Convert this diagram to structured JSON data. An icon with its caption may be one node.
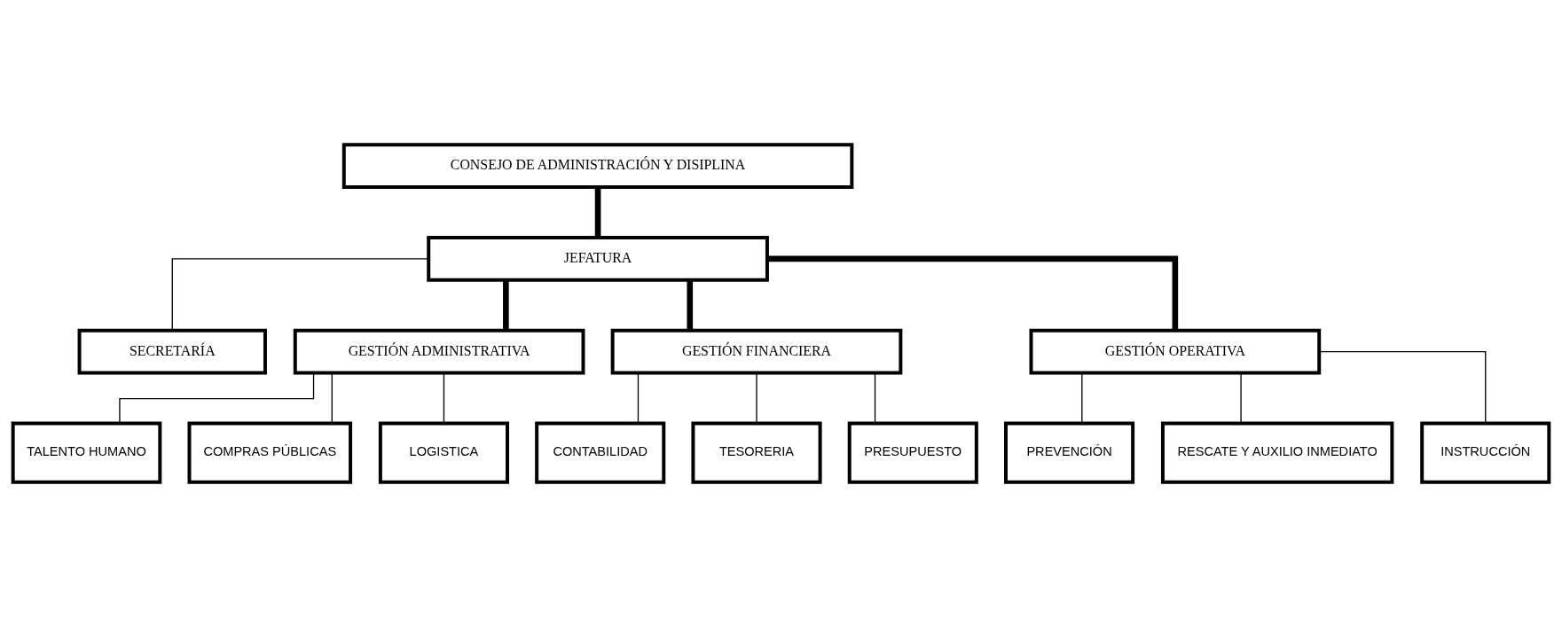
{
  "diagram": {
    "nodes": [
      {
        "text": [
          "CONSEJO DE ADMINISTRACIÓN Y DISIPLINA"
        ]
      },
      {
        "text": [
          "JEFATURA"
        ]
      },
      {
        "text": [
          "SECRETARÍA"
        ]
      },
      {
        "text": [
          "GESTIÓN ADMINISTRATIVA"
        ]
      },
      {
        "text": [
          "GESTIÓN FINANCIERA"
        ]
      },
      {
        "text": [
          "GESTIÓN OPERATIVA"
        ]
      },
      {
        "text": [
          "TALENTO HUMANO"
        ]
      },
      {
        "text": [
          "COMPRAS PÚBLICAS"
        ]
      },
      {
        "text": [
          "LOGISTICA"
        ]
      },
      {
        "text": [
          "CONTABILIDAD"
        ]
      },
      {
        "text": [
          "TESORERIA"
        ]
      },
      {
        "text": [
          "PRESUPUESTO"
        ]
      },
      {
        "text": [
          "PREVENCIÓN"
        ]
      },
      {
        "text": [
          "RESCATE Y AUXILIO INMEDIATO"
        ]
      },
      {
        "text": [
          "INSTRUCCIÓN"
        ]
      }
    ],
    "edges": [
      {
        "from": 0,
        "to": 1,
        "arrow": "none",
        "style": "thick"
      },
      {
        "from": 1,
        "to": 2,
        "arrow": "none"
      },
      {
        "from": 1,
        "to": 3,
        "arrow": "none",
        "style": "thick"
      },
      {
        "from": 1,
        "to": 4,
        "arrow": "none",
        "style": "thick"
      },
      {
        "from": 1,
        "to": 5,
        "arrow": "none",
        "style": "thick"
      },
      {
        "from": 3,
        "to": 6,
        "arrow": "none"
      },
      {
        "from": 3,
        "to": 7,
        "arrow": "none"
      },
      {
        "from": 3,
        "to": 8,
        "arrow": "none"
      },
      {
        "from": 4,
        "to": 9,
        "arrow": "none"
      },
      {
        "from": 4,
        "to": 10,
        "arrow": "none"
      },
      {
        "from": 4,
        "to": 11,
        "arrow": "none"
      },
      {
        "from": 5,
        "to": 12,
        "arrow": "none"
      },
      {
        "from": 5,
        "to": 13,
        "arrow": "none"
      },
      {
        "from": 5,
        "to": 14,
        "arrow": "none"
      }
    ]
  }
}
